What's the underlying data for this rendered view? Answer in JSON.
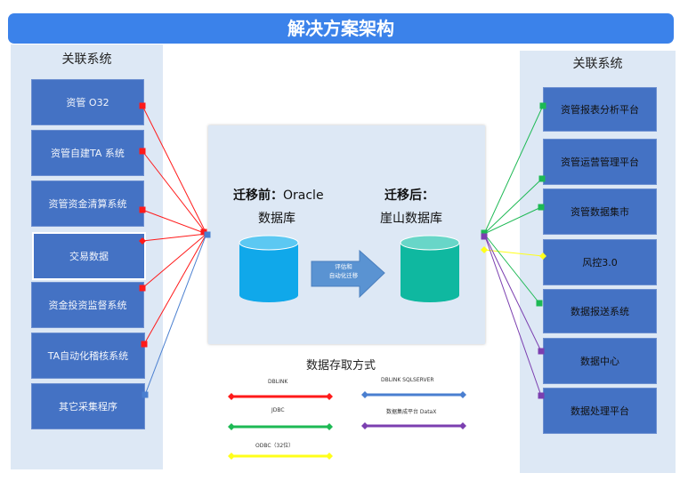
{
  "title": "解决方案架构",
  "left_panel": {
    "title": "关联系统",
    "items": [
      "资管 O32",
      "资管自建TA 系统",
      "资管资金清算系统",
      "交易数据",
      "资金投资监督系统",
      "TA自动化稽核系统",
      "其它采集程序"
    ]
  },
  "right_panel": {
    "title": "关联系统",
    "items": [
      "资管报表分析平台",
      "资管运营管理平台",
      "资管数据集市",
      "风控3.0",
      "数据报送系统",
      "数据中心",
      "数据处理平台"
    ]
  },
  "center": {
    "before_label": "迁移前：",
    "before_db": "Oracle",
    "before_sub": "数据库",
    "after_label": "迁移后：",
    "after_sub": "崖山数据库",
    "arrow_text_line1": "评估和",
    "arrow_text_line2": "自动化迁移",
    "source_db_color": "#10a8ea",
    "target_db_color": "#0fb8a0"
  },
  "legend": {
    "title": "数据存取方式",
    "items": [
      {
        "label": "DBLINK",
        "color": "#ff1a1a"
      },
      {
        "label": "JDBC",
        "color": "#1db954"
      },
      {
        "label": "ODBC（32位）",
        "color": "#ffff1a"
      },
      {
        "label": "DBLINK SQLSERVER",
        "color": "#4a7fd0"
      },
      {
        "label": "数据集成平台 DataX",
        "color": "#7b3fb0"
      }
    ]
  },
  "connections": {
    "left": [
      "DBLINK",
      "DBLINK",
      "DBLINK",
      "DBLINK",
      "DBLINK",
      "DBLINK",
      "DBLINK SQLSERVER"
    ],
    "right": [
      "JDBC",
      "JDBC",
      "JDBC",
      "ODBC（32位）",
      "JDBC",
      "数据集成平台 DataX",
      "数据集成平台 DataX"
    ]
  }
}
